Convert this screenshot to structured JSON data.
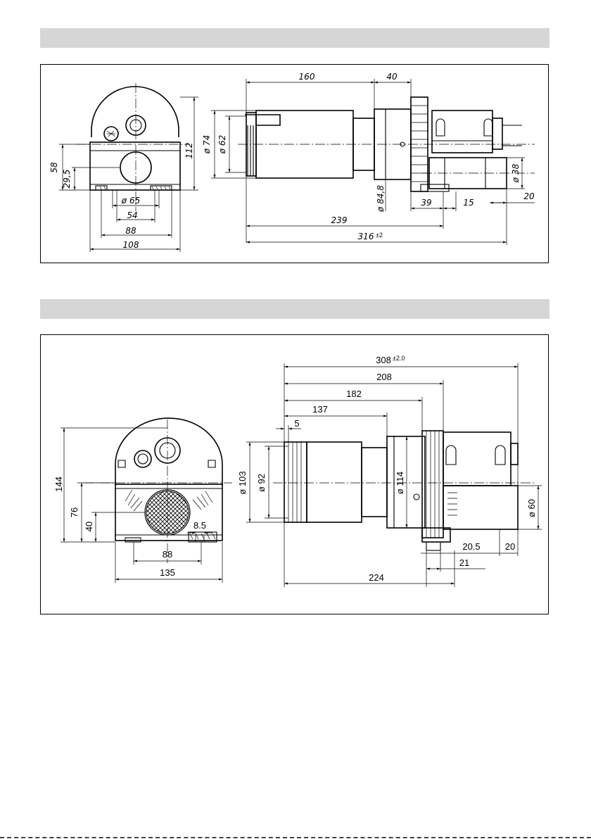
{
  "figure1": {
    "dimensions": {
      "d112": "112",
      "d58": "58",
      "d29_5": "29,5",
      "dia65": "ø 65",
      "d54": "54",
      "d88": "88",
      "d108": "108",
      "d160": "160",
      "d40": "40",
      "dia74": "ø 74",
      "dia62": "ø 62",
      "dia84_8": "ø 84,8",
      "dia38": "ø 38",
      "d20": "20",
      "d39": "39",
      "d15": "15",
      "d239": "239",
      "d316": "316",
      "d316_tol": "±2"
    }
  },
  "figure2": {
    "dimensions": {
      "d144": "144",
      "d76": "76",
      "d40": "40",
      "d8_5": "8.5",
      "d88": "88",
      "d135": "135",
      "d308": "308",
      "d308_tol": "±2.0",
      "d208": "208",
      "d182": "182",
      "d137": "137",
      "d5": "5",
      "dia103": "ø 103",
      "dia92": "ø 92",
      "dia114": "ø 114",
      "dia60": "ø 60",
      "d20_5": "20.5",
      "d20": "20",
      "d21": "21",
      "d224": "224"
    }
  },
  "colors": {
    "band": "#d6d6d6",
    "line": "#000000"
  }
}
